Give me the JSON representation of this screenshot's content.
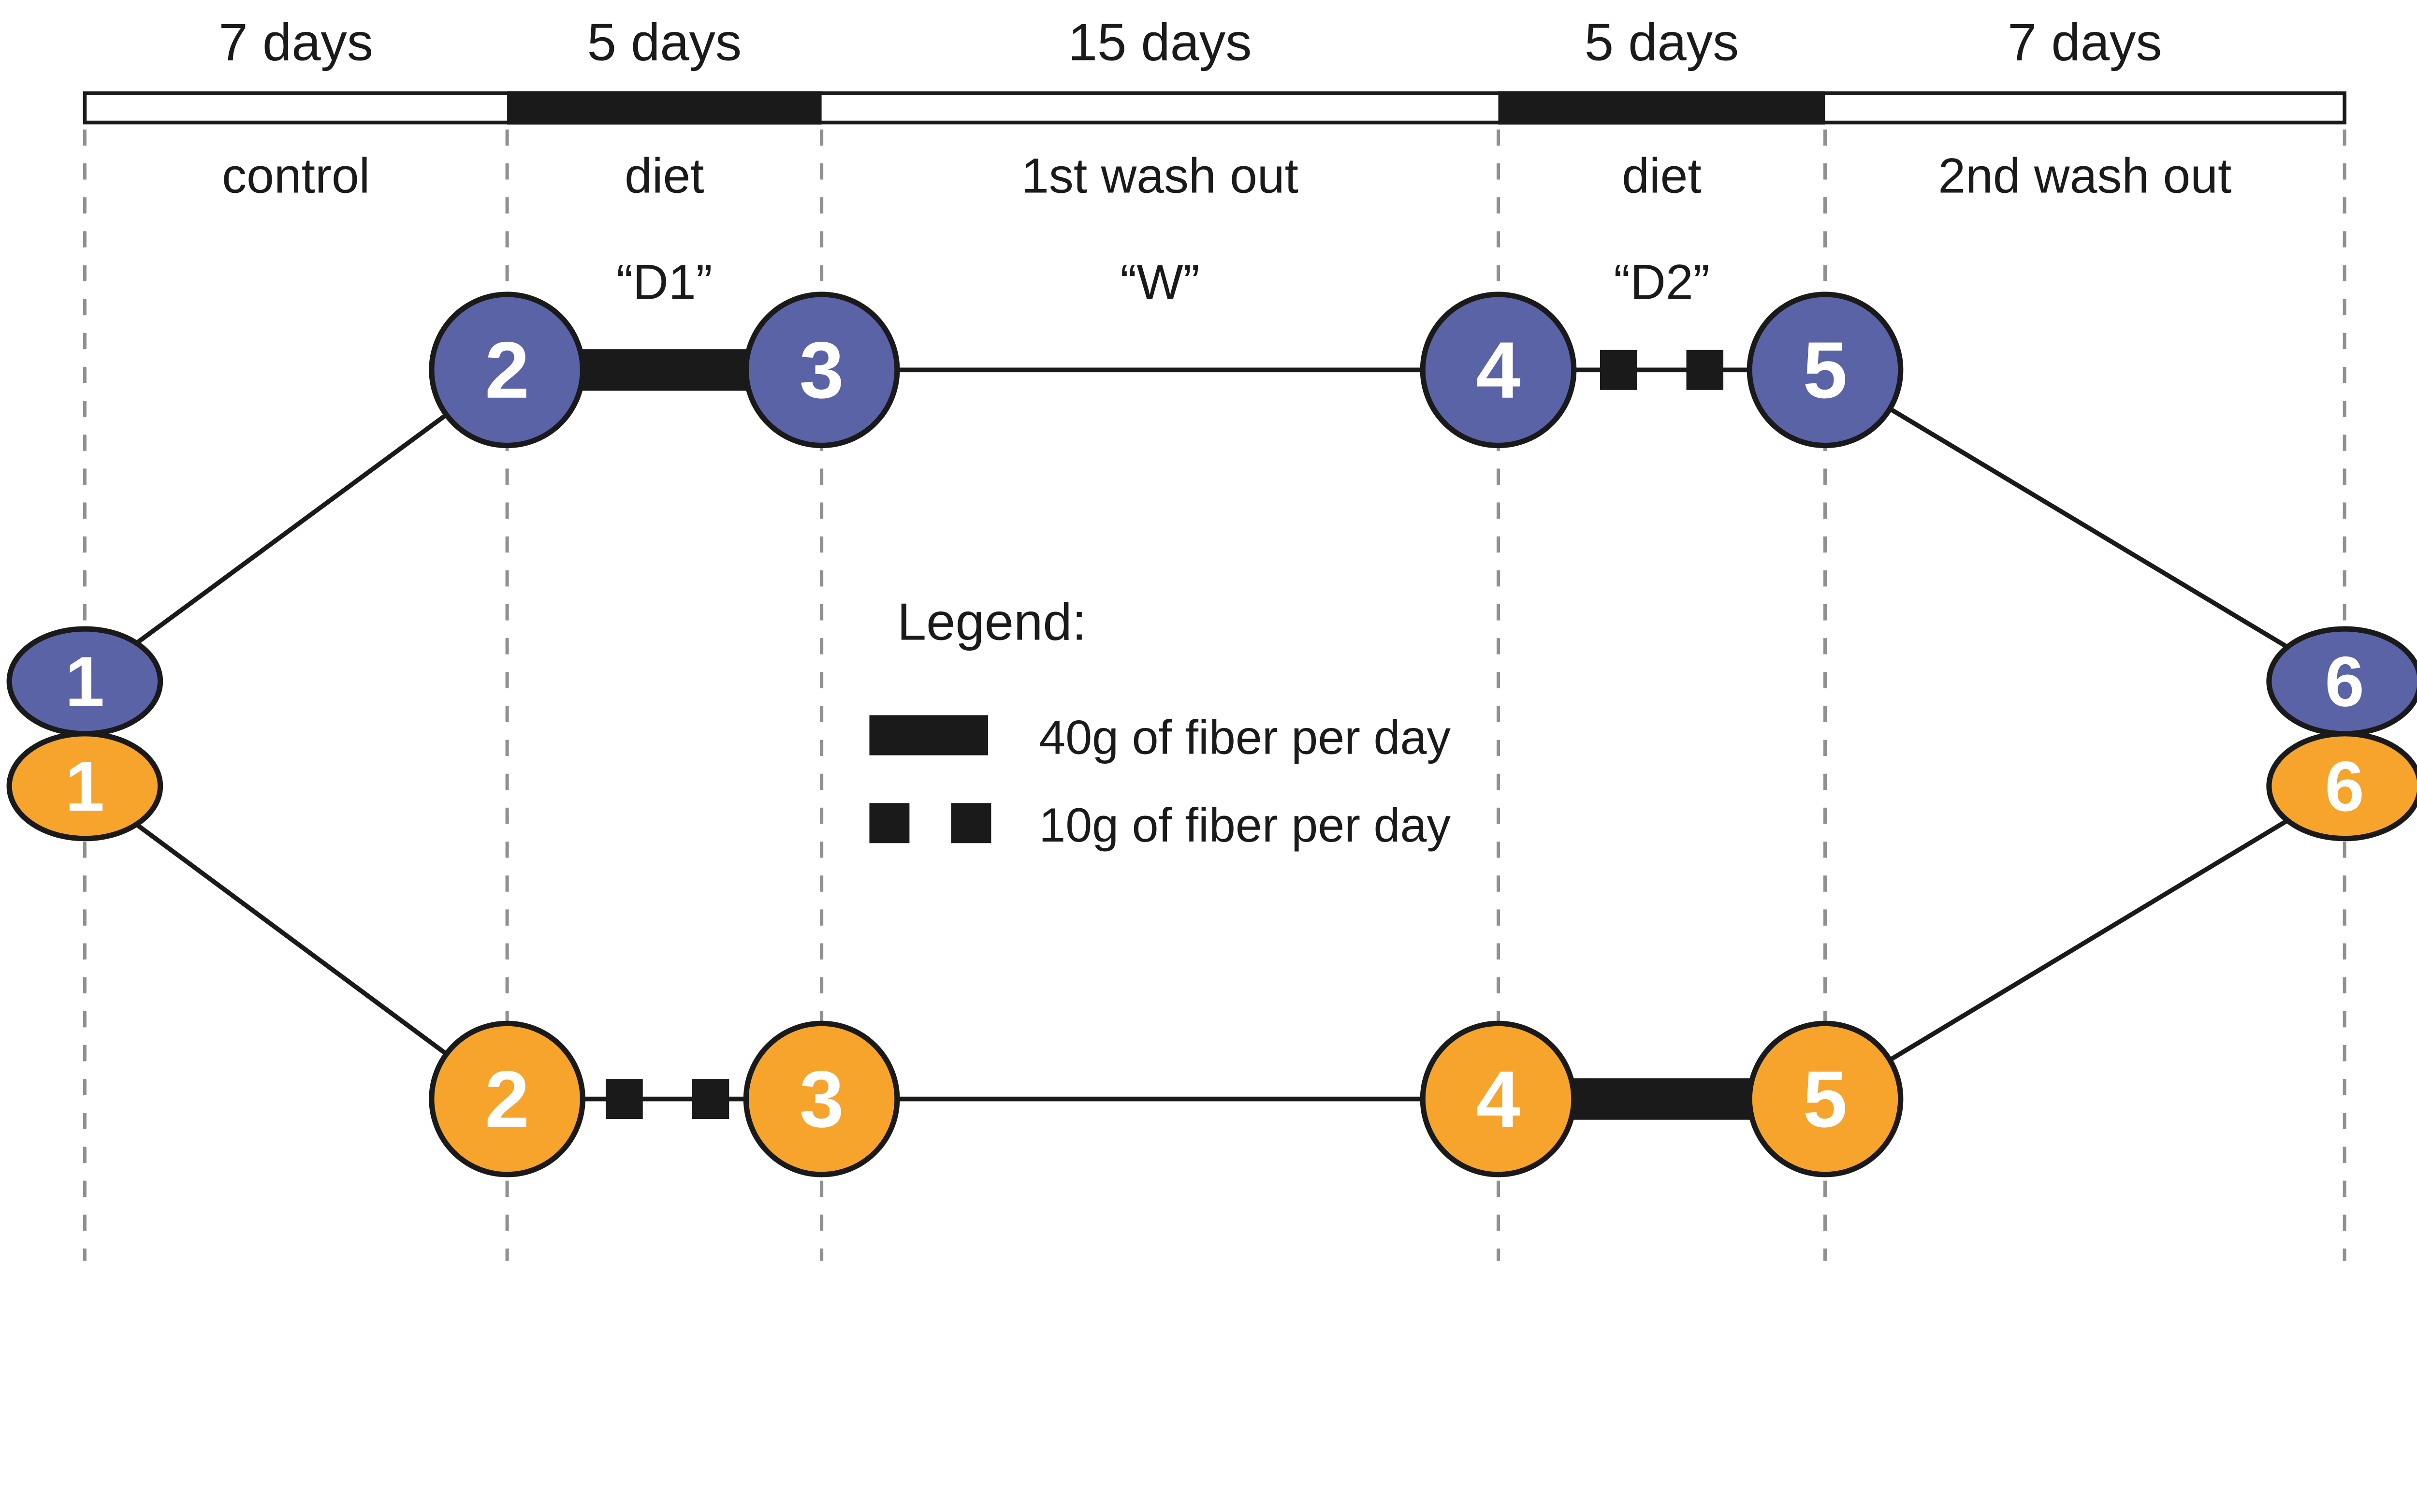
{
  "colors": {
    "blue": "#5A63A6",
    "orange": "#F6A42B",
    "ink": "#1A1A1A",
    "grid": "#909090"
  },
  "timeline": {
    "segments": [
      {
        "duration": "7 days",
        "phase": "control",
        "code": ""
      },
      {
        "duration": "5 days",
        "phase": "diet",
        "code": "“D1”"
      },
      {
        "duration": "15 days",
        "phase": "1st wash out",
        "code": "“W”"
      },
      {
        "duration": "5 days",
        "phase": "diet",
        "code": "“D2”"
      },
      {
        "duration": "7 days",
        "phase": "2nd wash out",
        "code": ""
      }
    ]
  },
  "arms": {
    "blue": {
      "nodes": [
        "1",
        "2",
        "3",
        "4",
        "5",
        "6"
      ]
    },
    "orange": {
      "nodes": [
        "1",
        "2",
        "3",
        "4",
        "5",
        "6"
      ]
    }
  },
  "legend": {
    "title": "Legend:",
    "items": [
      {
        "symbol": "solid-bar",
        "label": "40g of fiber per day"
      },
      {
        "symbol": "dashed-bar",
        "label": "10g of fiber per day"
      }
    ]
  }
}
